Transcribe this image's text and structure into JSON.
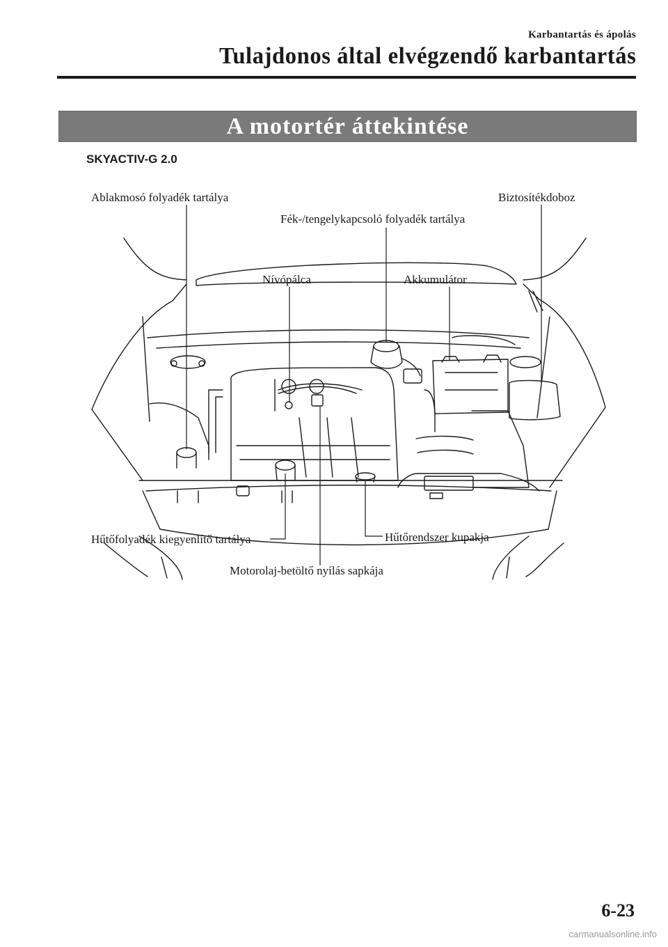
{
  "header": {
    "section": "Karbantartás és ápolás",
    "title": "Tulajdonos által elvégzendő karbantartás"
  },
  "banner": {
    "title": "A motortér áttekintése"
  },
  "engine_label": "SKYACTIV-G 2.0",
  "callouts": {
    "washer": "Ablakmosó folyadék tartálya",
    "fuse": "Biztosítékdoboz",
    "brake": "Fék-/tengelykapcsoló folyadék tartálya",
    "dipstick": "Nívópálca",
    "battery": "Akkumulátor",
    "coolant_reservoir": "Hűtőfolyadék kiegyenlítő tartálya",
    "radiator_cap": "Hűtőrendszer kupakja",
    "oil_cap": "Motorolaj-betöltő nyílás sapkája"
  },
  "footer": {
    "page_number": "6-23",
    "watermark": "carmanualsonline.info"
  }
}
